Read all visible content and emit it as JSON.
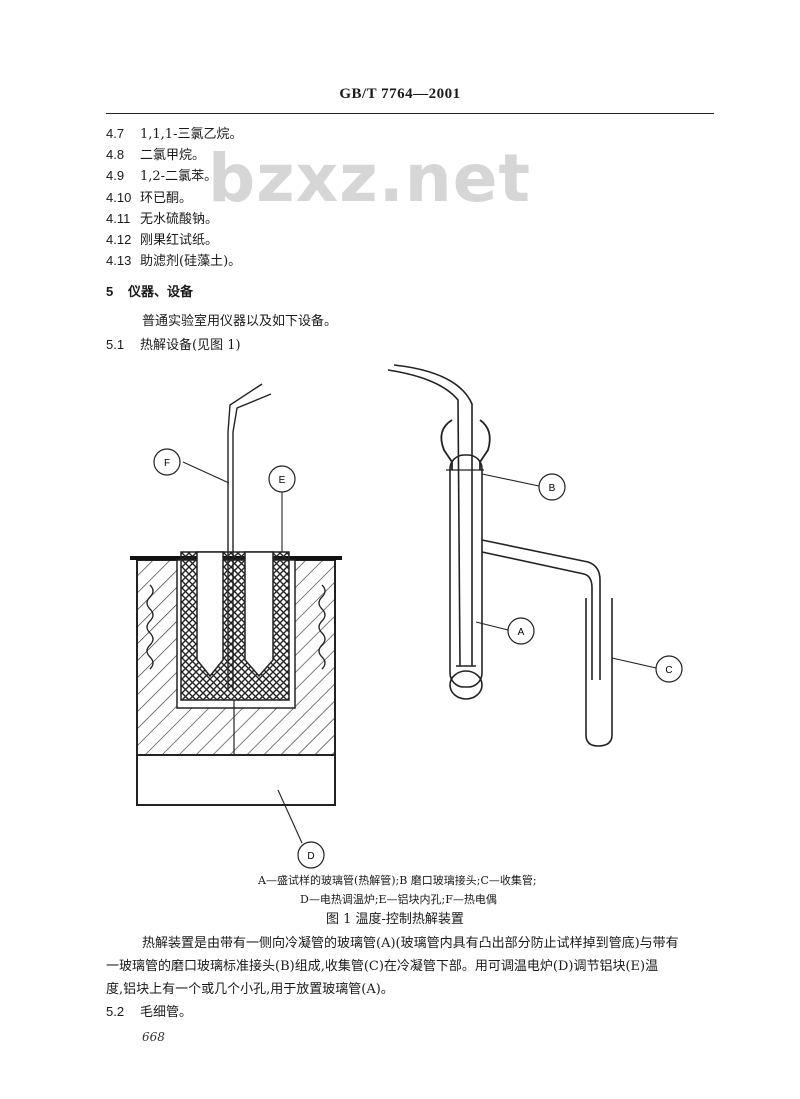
{
  "header": {
    "standard_code": "GB/T 7764—2001"
  },
  "watermark": "bzxz.net",
  "reagents": [
    {
      "num": "4.7",
      "text": "1,1,1-三氯乙烷。"
    },
    {
      "num": "4.8",
      "text": "二氯甲烷。"
    },
    {
      "num": "4.9",
      "text": "1,2-二氯苯。"
    },
    {
      "num": "4.10",
      "text": "环已酮。"
    },
    {
      "num": "4.11",
      "text": "无水硫酸钠。"
    },
    {
      "num": "4.12",
      "text": "刚果红试纸。"
    },
    {
      "num": "4.13",
      "text": "助滤剂(硅藻土)。"
    }
  ],
  "section5": {
    "num": "5",
    "title": "仪器、设备",
    "intro": "普通实验室用仪器以及如下设备。",
    "sub1": {
      "num": "5.1",
      "text": "热解设备(见图 1)"
    },
    "sub2": {
      "num": "5.2",
      "text": "毛细管。"
    }
  },
  "figure": {
    "labels": {
      "A": "A",
      "B": "B",
      "C": "C",
      "D": "D",
      "E": "E",
      "F": "F"
    },
    "legend_line1": "A—盛试样的玻璃管(热解管);B  磨口玻璃接头;C—收集管;",
    "legend_line2": "D—电热调温炉;E—铝块内孔;F—热电偶",
    "caption": "图 1   温度-控制热解装置"
  },
  "paragraph": {
    "line1": "热解装置是由带有一侧向冷凝管的玻璃管(A)(玻璃管内具有凸出部分防止试样掉到管底)与带有",
    "line2": "一玻璃管的磨口玻璃标准接头(B)组成,收集管(C)在冷凝管下部。用可调温电炉(D)调节铝块(E)温",
    "line3": "度,铝块上有一个或几个小孔,用于放置玻璃管(A)。"
  },
  "page_number": "668"
}
